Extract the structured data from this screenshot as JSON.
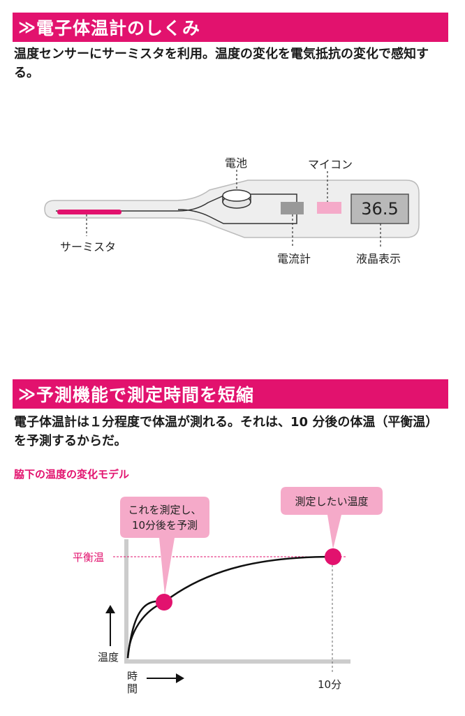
{
  "section1": {
    "chevron": "≫",
    "title": "電子体温計のしくみ",
    "body": "温度センサーにサーミスタを利用。温度の変化を電気抵抗の変化で感知する。"
  },
  "thermometer": {
    "labels": {
      "battery": "電池",
      "microcomputer": "マイコン",
      "thermistor": "サーミスタ",
      "ammeter": "電流計",
      "lcd": "液晶表示"
    },
    "display_value": "36.5"
  },
  "section2": {
    "chevron": "≫",
    "title": "予測機能で測定時間を短縮",
    "body": "電子体温計は１分程度で体温が測れる。それは、10 分後の体温（平衡温）を予測するからだ。"
  },
  "graph": {
    "title": "脇下の温度の変化モデル",
    "callout_left_line1": "これを測定し、",
    "callout_left_line2": "10分後を予測",
    "callout_right": "測定したい温度",
    "equilibrium_label": "平衡温",
    "ylabel": "温度",
    "xlabel_line1": "時",
    "xlabel_line2": "間",
    "x_tick": "10分"
  },
  "colors": {
    "accent": "#e2126e",
    "callout_fill": "#f5aac9",
    "device_body": "#eeeeee"
  }
}
